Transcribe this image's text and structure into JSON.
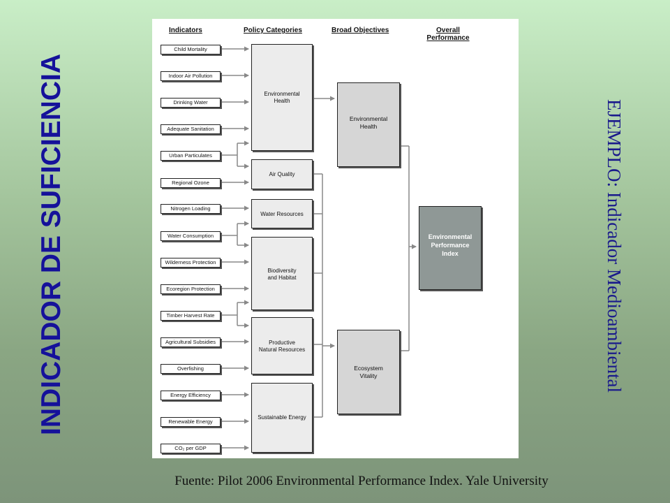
{
  "side_titles": {
    "left": "INDICADOR DE SUFICIENCIA",
    "right": "EJEMPLO: Indicador Medioambiental"
  },
  "headers": {
    "indicators": "Indicators",
    "policy": "Policy Categories",
    "objectives": "Broad Objectives",
    "overall_line1": "Overall",
    "overall_line2": "Performance"
  },
  "indicators": [
    "Child Mortality",
    "Indoor Air Pollution",
    "Drinking Water",
    "Adequate Sanitation",
    "Urban Particulates",
    "Regional Ozone",
    "Nitrogen Loading",
    "Water Consumption",
    "Wilderness Protection",
    "Ecoregion Protection",
    "Timber Harvest Rate",
    "Agricultural Subsidies",
    "Overfishing",
    "Energy Efficiency",
    "Renewable Energy",
    "CO₂ per GDP"
  ],
  "policy_categories": [
    {
      "line1": "Environmental",
      "line2": "Health"
    },
    {
      "line1": "Air Quality",
      "line2": ""
    },
    {
      "line1": "Water Resources",
      "line2": ""
    },
    {
      "line1": "Biodiversity",
      "line2": "and Habitat"
    },
    {
      "line1": "Productive",
      "line2": "Natural Resources"
    },
    {
      "line1": "Sustainable Energy",
      "line2": ""
    }
  ],
  "objectives": [
    {
      "line1": "Environmental",
      "line2": "Health"
    },
    {
      "line1": "Ecosystem",
      "line2": "Vitality"
    }
  ],
  "overall": {
    "line1": "Environmental",
    "line2": "Performance",
    "line3": "Index"
  },
  "source": "Fuente: Pilot 2006 Environmental Performance Index. Yale University",
  "colors": {
    "title_blue": "#15119a",
    "connector": "#888888",
    "index_box": "#8f9896"
  }
}
